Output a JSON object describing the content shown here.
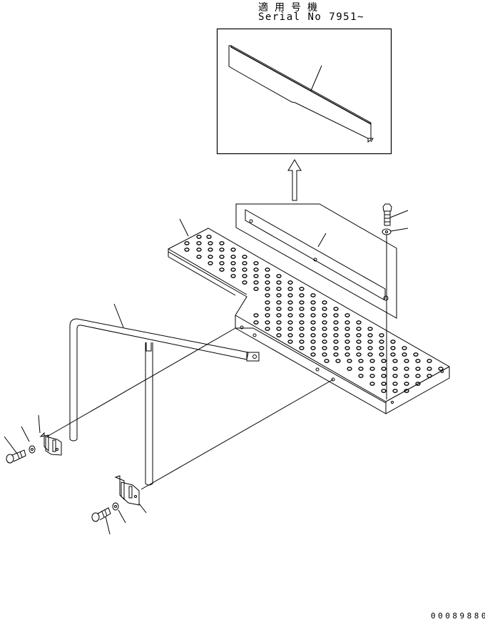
{
  "header": {
    "applicability_jp": "適用号機",
    "serial_range": "Serial No 7951~"
  },
  "footer": {
    "figure_number": "00089880"
  },
  "diagram": {
    "type": "exploded-parts-illustration",
    "inset": {
      "part": "guard-plate-new",
      "leader_lines": 1
    },
    "arrow": "up-arrow",
    "parts": [
      {
        "name": "step-plate",
        "description": "perforated step / walkway plate"
      },
      {
        "name": "guard-plate",
        "description": "angle guard plate"
      },
      {
        "name": "bolt-top",
        "description": "hex bolt"
      },
      {
        "name": "washer-top",
        "description": "washer"
      },
      {
        "name": "handrail",
        "description": "bent tube handrail"
      },
      {
        "name": "bracket-left",
        "description": "hinge bracket"
      },
      {
        "name": "washer-left",
        "description": "washer"
      },
      {
        "name": "bolt-left",
        "description": "hex bolt"
      },
      {
        "name": "bracket-right",
        "description": "hinge bracket"
      },
      {
        "name": "washer-right",
        "description": "washer"
      },
      {
        "name": "bolt-right",
        "description": "hex bolt"
      }
    ],
    "colors": {
      "line": "#000000",
      "background": "#ffffff"
    }
  }
}
